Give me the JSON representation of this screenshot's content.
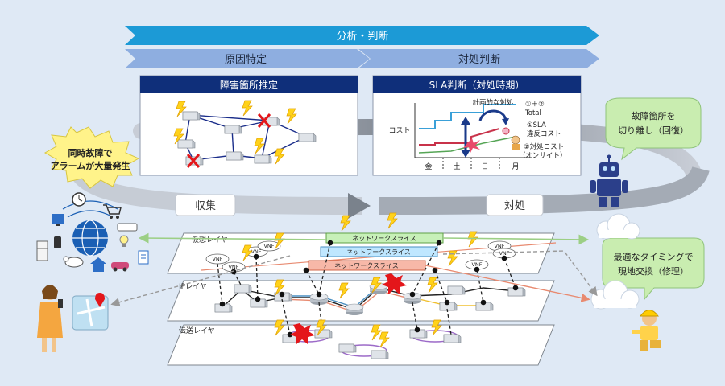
{
  "banner": {
    "top": "分析・判断",
    "left": "原因特定",
    "right": "対処判断"
  },
  "panels": {
    "fault_title": "障害箇所推定",
    "sla_title": "SLA判断（対処時期）"
  },
  "sla_chart": {
    "y_label": "コスト",
    "planned": "計画的な対処",
    "total_line1": "①＋②",
    "total_line2": "Total",
    "sla_line1": "①SLA",
    "sla_line2": "違反コスト",
    "onsite_line1": "②対処コスト",
    "onsite_line2": "（オンサイト）",
    "days": [
      "金",
      "土",
      "日",
      "月"
    ]
  },
  "callouts": {
    "alarm_line1": "同時故障で",
    "alarm_line2": "アラームが大量発生",
    "isolate_line1": "故障箇所を",
    "isolate_line2": "切り離し（回復）",
    "replace_line1": "最適なタイミングで",
    "replace_line2": "現地交換（修理）"
  },
  "flow": {
    "collect": "収集",
    "action": "対処"
  },
  "layers": {
    "virtual": "仮想レイヤ",
    "ip": "IPレイヤ",
    "transport": "伝送レイヤ",
    "slice": "ネットワークスライス",
    "vnf": "VNF"
  },
  "colors": {
    "banner_dark": "#1c9ad6",
    "banner_light": "#8eaee0",
    "panel_header": "#0f2f7a",
    "callout_green": "#c9edb0",
    "callout_yellow": "#fff38a",
    "slice_green": "#c7f0b8",
    "slice_blue": "#bfe7ff",
    "slice_red": "#f7b8a8",
    "alarm": "#ffd21a",
    "fault": "#e4161a"
  }
}
